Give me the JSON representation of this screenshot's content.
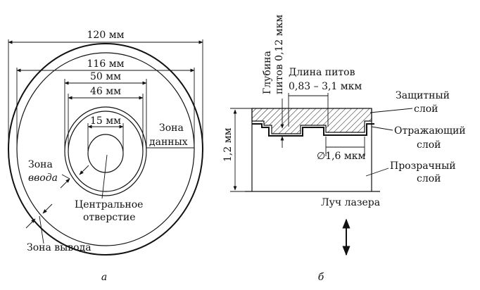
{
  "disc": {
    "dim_120": "120 мм",
    "dim_116": "116 мм",
    "dim_50": "50 мм",
    "dim_46": "46 мм",
    "dim_15": "15 мм",
    "data_zone_1": "Зона",
    "data_zone_2": "данных",
    "lead_in_1": "Зона",
    "lead_in_2": "ввода",
    "center_hole_1": "Центральное",
    "center_hole_2": "отверстие",
    "lead_out": "Зона вывода",
    "caption": "а"
  },
  "section": {
    "pit_depth_1": "Глубина",
    "pit_depth_2": "питов 0,12 мкм",
    "pit_length_1": "Длина питов",
    "pit_length_2": "0,83 – 3,1 мкм",
    "protective_1": "Защитный",
    "protective_2": "слой",
    "reflective_1": "Отражающий",
    "reflective_2": "слой",
    "track_pitch": "∅1,6 мкм",
    "transparent_1": "Прозрачный",
    "transparent_2": "слой",
    "thickness": "1,2 мм",
    "laser": "Луч лазера",
    "caption": "б"
  }
}
